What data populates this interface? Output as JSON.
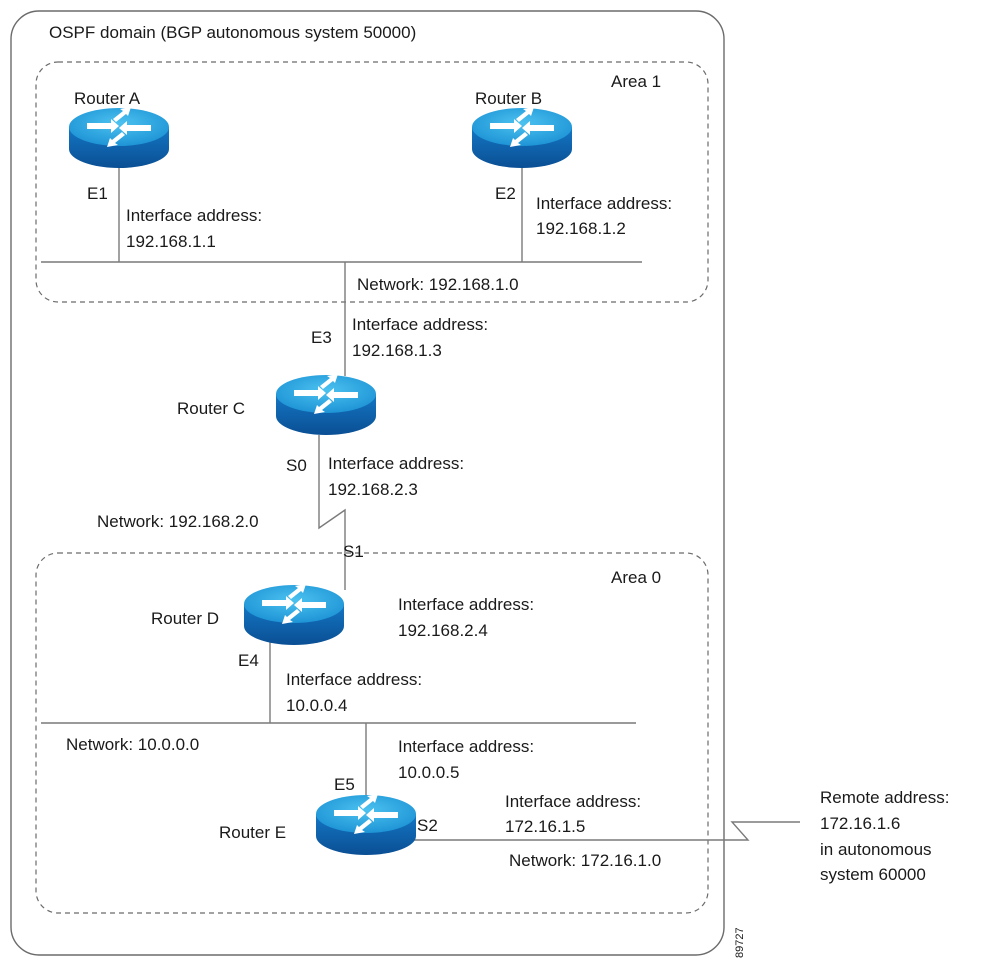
{
  "domain_title": "OSPF domain (BGP autonomous system 50000)",
  "areas": [
    {
      "label": "Area 1"
    },
    {
      "label": "Area 0"
    }
  ],
  "routers": {
    "a": {
      "name": "Router A"
    },
    "b": {
      "name": "Router B"
    },
    "c": {
      "name": "Router C"
    },
    "d": {
      "name": "Router D"
    },
    "e": {
      "name": "Router E"
    }
  },
  "interfaces": {
    "e1": {
      "id": "E1",
      "caption": "Interface address:",
      "address": "192.168.1.1"
    },
    "e2": {
      "id": "E2",
      "caption": "Interface address:",
      "address": "192.168.1.2"
    },
    "e3": {
      "id": "E3",
      "caption": "Interface address:",
      "address": "192.168.1.3"
    },
    "s0": {
      "id": "S0",
      "caption": "Interface address:",
      "address": "192.168.2.3"
    },
    "s1": {
      "id": "S1",
      "caption": "Interface address:",
      "address": "192.168.2.4"
    },
    "e4": {
      "id": "E4",
      "caption": "Interface address:",
      "address": "10.0.0.4"
    },
    "e5": {
      "id": "E5",
      "caption": "Interface address:",
      "address": "10.0.0.5"
    },
    "s2": {
      "id": "S2",
      "caption": "Interface address:",
      "address": "172.16.1.5"
    }
  },
  "networks": {
    "n1": "Network: 192.168.1.0",
    "n2": "Network: 192.168.2.0",
    "n3": "Network: 10.0.0.0",
    "n4": "Network: 172.16.1.0"
  },
  "remote": {
    "line1": "Remote address:",
    "line2": "172.16.1.6",
    "line3": "in autonomous",
    "line4": "system 60000"
  },
  "figure_id": "89727",
  "colors": {
    "router_top": "#27a9e0",
    "router_side": "#0c5fa8",
    "line": "#7a7a7a",
    "border": "#6b6b6b"
  }
}
